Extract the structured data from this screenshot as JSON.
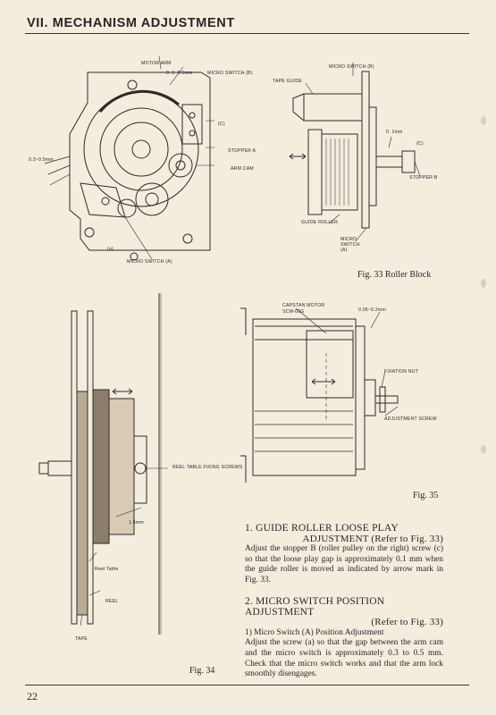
{
  "header": {
    "title": "VII. MECHANISM ADJUSTMENT"
  },
  "fig33": {
    "caption": "Fig. 33  Roller Block",
    "labels": {
      "motor_arm": "MOTOR ARM",
      "gap1": "0. 1~0.5mm",
      "micro_switch_b": "MICRO SWITCH (B)",
      "c": "(C)",
      "stopper_a": "STOPPER A",
      "arm_cam": "ARM CAM",
      "gap2": "0.3~0.5mm",
      "a": "(a)",
      "micro_switch_a": "MICRO SWITCH (A)",
      "micro_switch_b2": "MICRO SWITCH (B)",
      "tape_guide": "TAPE GUIDE",
      "gap3": "0. 1mm",
      "c2": "(C)",
      "stopper_b": "STOPPER B",
      "guide_roller": "GUIDE ROLLER",
      "micro_switch_a2": "MICRO SWITCH (A)"
    }
  },
  "fig34": {
    "caption": "Fig. 34",
    "labels": {
      "reel_table_fixing": "REEL TABLE FIXING SCREWS",
      "dim1": "1.5mm",
      "reel_table": "Reel Table",
      "reel": "REEL",
      "tape": "TAPE"
    }
  },
  "fig35": {
    "caption": "Fig. 35",
    "labels": {
      "capstan_motor": "CAPSTAN MOTOR SCM-00G",
      "play": "0.05~0.2mm",
      "fixation_nut": "FIXATION NUT",
      "adjustment_screw": "ADJUSTMENT SCREW"
    }
  },
  "section1": {
    "heading1": "1. GUIDE ROLLER LOOSE PLAY",
    "heading2": "ADJUSTMENT (Refer to Fig. 33)",
    "body": "Adjust the stopper B (roller pulley on the right) screw (c) so that the loose play gap is approximately 0.1 mm when the guide roller is moved as indicated by arrow mark in Fig. 33."
  },
  "section2": {
    "heading1": "2. MICRO SWITCH POSITION ADJUSTMENT",
    "heading2": "(Refer to Fig. 33)",
    "sub": "1) Micro Switch (A) Position Adjustment",
    "body": "Adjust the screw (a) so that the gap between the arm cam and the micro switch is approximately 0.3 to 0.5 mm. Check that the micro switch works and that the arm lock smoothly disengages."
  },
  "page_number": "22"
}
